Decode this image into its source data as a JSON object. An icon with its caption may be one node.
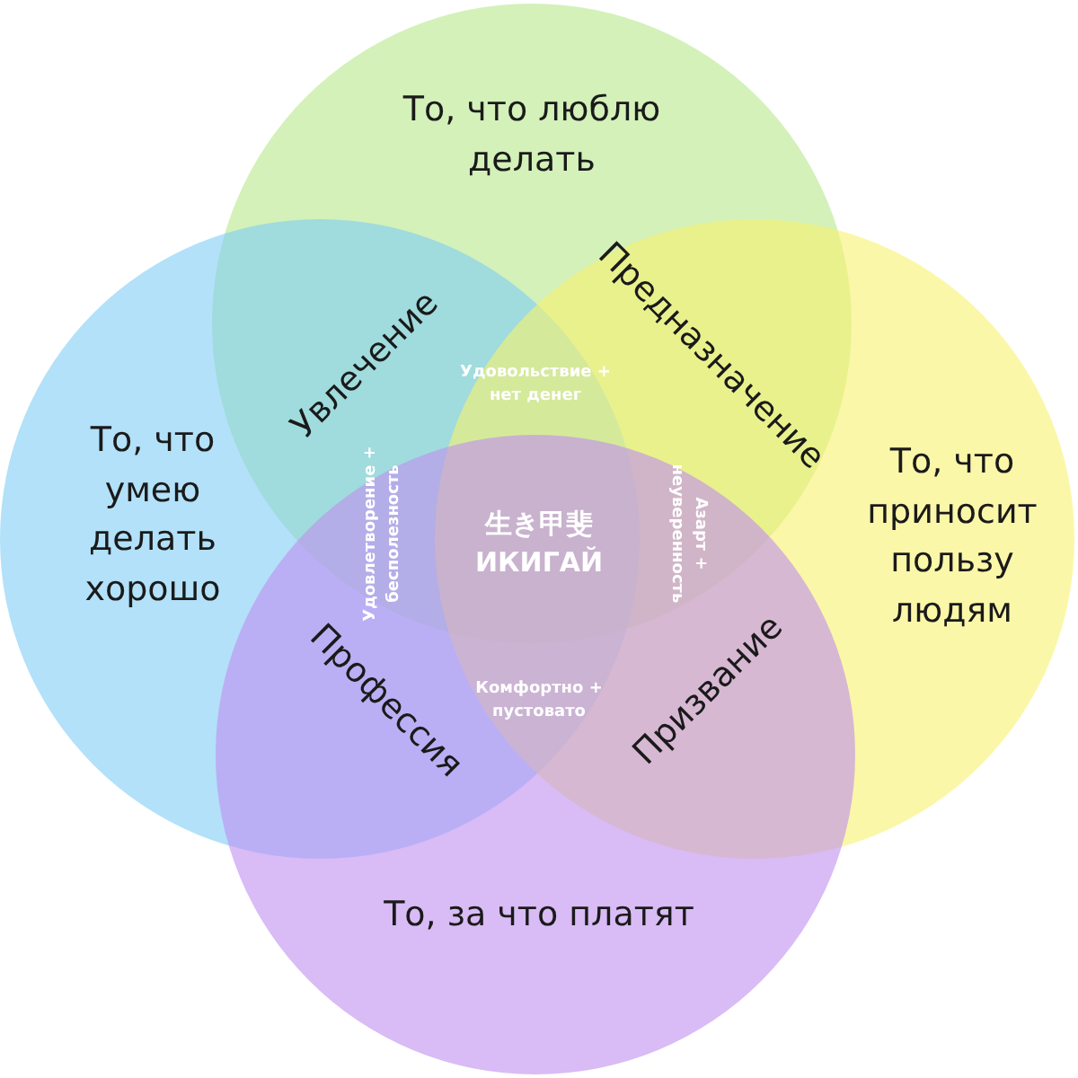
{
  "diagram": {
    "nodes": [
      {
        "text": [
          "То, что люблю делать"
        ]
      },
      {
        "text": [
          "То, что умею делать хорошо"
        ]
      },
      {
        "text": [
          "То, что приносит пользу людям"
        ]
      },
      {
        "text": [
          "То, за что платят"
        ]
      }
    ],
    "labels": [
      "Увлечение",
      "Предназначение",
      "Удовольствие + нет денег",
      "Удовлетворение + бесполезность",
      "生き甲斐",
      "ИКИГАЙ",
      "Азарт + неуверенность",
      "Профессия",
      "Призвание",
      "Комфортно + пустовато"
    ]
  }
}
